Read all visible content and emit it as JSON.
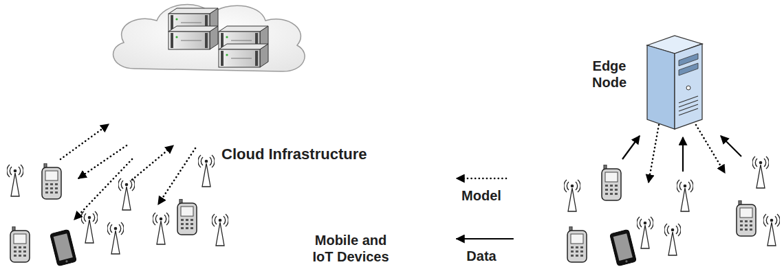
{
  "diagram": {
    "nodes": [
      {
        "text": [
          "Cloud Infrastructure"
        ]
      },
      {
        "text": [
          "Edge Node"
        ]
      }
    ],
    "labels": [
      "Mobile and IoT Devices"
    ],
    "legend": [
      {
        "text": "Model"
      },
      {
        "text": "Data"
      }
    ]
  }
}
